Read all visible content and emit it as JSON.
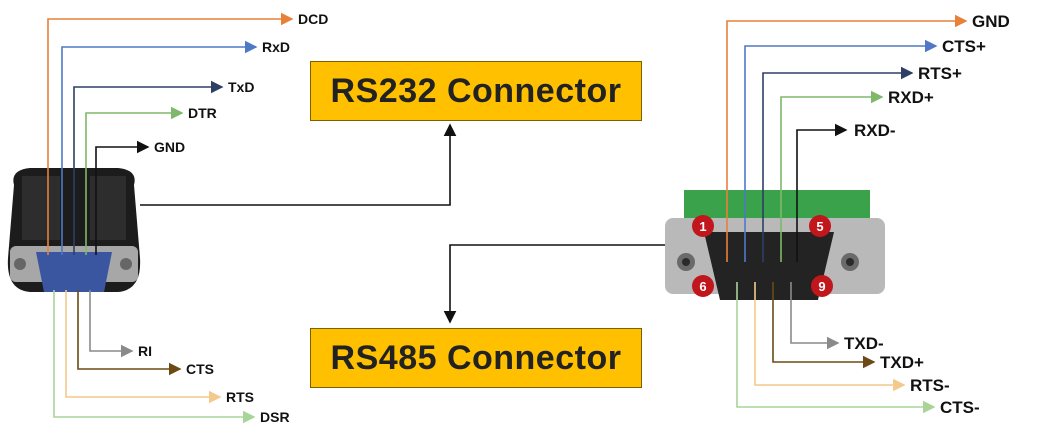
{
  "titles": {
    "rs232": "RS232 Connector",
    "rs485": "RS485 Connector"
  },
  "rs232_pins": {
    "dcd": "DCD",
    "rxd": "RxD",
    "txd": "TxD",
    "dtr": "DTR",
    "gnd": "GND",
    "ri": "RI",
    "cts": "CTS",
    "rts": "RTS",
    "dsr": "DSR"
  },
  "rs485_pins": {
    "gnd": "GND",
    "cts_plus": "CTS+",
    "rts_plus": "RTS+",
    "rxd_plus": "RXD+",
    "rxd_minus": "RXD-",
    "txd_minus": "TXD-",
    "txd_plus": "TXD+",
    "rts_minus": "RTS-",
    "cts_minus": "CTS-"
  },
  "pin_numbers": {
    "p1": "1",
    "p5": "5",
    "p6": "6",
    "p9": "9"
  },
  "colors": {
    "orange": "#e8803a",
    "blue": "#4f79c4",
    "darkblue": "#2e3f66",
    "green": "#7fb86a",
    "black": "#111111",
    "gray": "#8a8a8a",
    "brown": "#6b4a14",
    "lightorange": "#f4c98c",
    "lightgreen": "#a8d49a",
    "amber": "#ffc000",
    "pin_red": "#c0161c"
  }
}
